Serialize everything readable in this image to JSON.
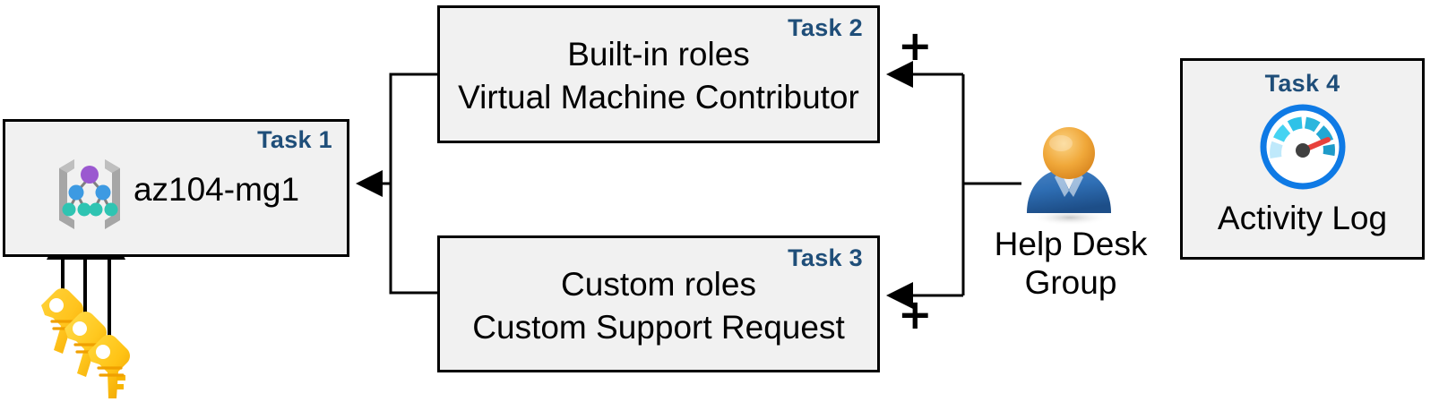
{
  "diagram": {
    "title_color": "#1f4e79",
    "box_fill": "#f1f1f1",
    "box_border": "#000000",
    "boxes": [
      {
        "id": "task1",
        "task_label": "Task 1",
        "text": "az104-mg1",
        "icon": "management-group-icon"
      },
      {
        "id": "task2",
        "task_label": "Task 2",
        "line1": "Built-in roles",
        "line2": "Virtual Machine Contributor"
      },
      {
        "id": "task3",
        "task_label": "Task 3",
        "line1": "Custom roles",
        "line2": "Custom Support Request"
      },
      {
        "id": "task4",
        "task_label": "Task 4",
        "text": "Activity Log",
        "icon": "activity-log-gauge-icon"
      }
    ],
    "actor": {
      "icon": "user-group-icon",
      "label_line1": "Help Desk",
      "label_line2": "Group"
    },
    "keys": {
      "icon": "keys-icon",
      "count": 3
    },
    "plus_signs": [
      {
        "id": "plus-task2",
        "glyph": "+"
      },
      {
        "id": "plus-task3",
        "glyph": "+"
      }
    ]
  }
}
